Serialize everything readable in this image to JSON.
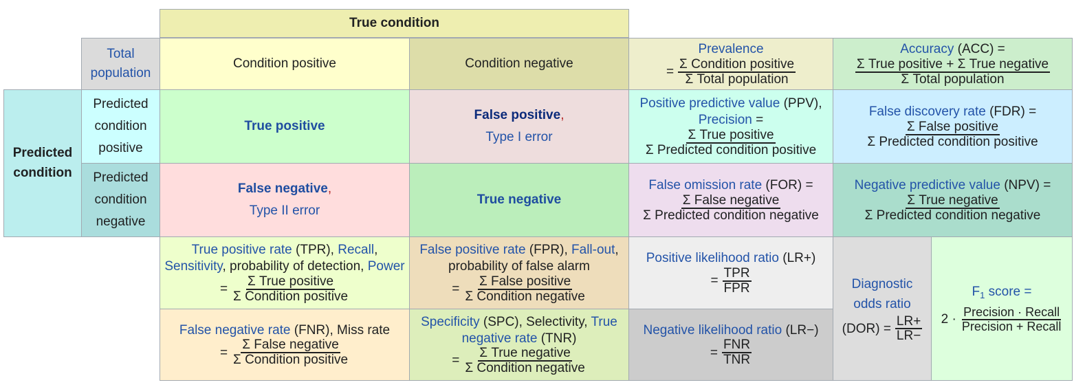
{
  "true_condition": "True condition",
  "total_population": "Total population",
  "condition_positive": "Condition positive",
  "condition_negative": "Condition negative",
  "predicted_condition": "Predicted condition",
  "predicted_condition_positive": "Predicted condition positive",
  "predicted_condition_negative": "Predicted condition negative",
  "prevalence": {
    "label": "Prevalence",
    "eq": "=",
    "num": "Σ Condition positive",
    "den": "Σ Total population"
  },
  "accuracy": {
    "label": "Accuracy",
    "abbr": " (ACC) =",
    "num": "Σ True positive + Σ True negative",
    "den": "Σ Total population"
  },
  "true_positive": "True positive",
  "false_positive": {
    "label": "False positive",
    "comma": ",",
    "type": "Type I error"
  },
  "false_negative": {
    "label": "False negative",
    "comma": ",",
    "type": "Type II error"
  },
  "true_negative": "True negative",
  "ppv": {
    "label": "Positive predictive value",
    "abbr": " (PPV),",
    "label2": "Precision",
    "eq2": " =",
    "num": "Σ True positive",
    "den": "Σ Predicted condition positive"
  },
  "fdr": {
    "label": "False discovery rate",
    "abbr": " (FDR) =",
    "num": "Σ False positive",
    "den": "Σ Predicted condition positive"
  },
  "for": {
    "label": "False omission rate",
    "abbr": " (FOR) =",
    "num": "Σ False negative",
    "den": "Σ Predicted condition negative"
  },
  "npv": {
    "label": "Negative predictive value",
    "abbr": " (NPV) =",
    "num": "Σ True negative",
    "den": "Σ Predicted condition negative"
  },
  "tpr": {
    "label": "True positive rate",
    "abbr": " (TPR), ",
    "recall": "Recall",
    "comma": ",",
    "sensitivity": "Sensitivity",
    "mid": ", probability of detection, ",
    "power": "Power",
    "eq": "=",
    "num": "Σ True positive",
    "den": "Σ Condition positive"
  },
  "fpr": {
    "label": "False positive rate",
    "abbr": " (FPR), ",
    "fallout": "Fall-out",
    "comma": ",",
    "line2": "probability of false alarm",
    "eq": "=",
    "num": "Σ False positive",
    "den": "Σ Condition negative"
  },
  "fnr": {
    "label": "False negative rate",
    "abbr": " (FNR), Miss rate",
    "eq": "=",
    "num": "Σ False negative",
    "den": "Σ Condition positive"
  },
  "spc": {
    "label": "Specificity",
    "abbr": " (SPC), Selectivity, ",
    "tnr1": "True",
    "tnr2": "negative rate",
    "abbr2": " (TNR)",
    "eq": "=",
    "num": "Σ True negative",
    "den": "Σ Condition negative"
  },
  "lr_pos": {
    "label": "Positive likelihood ratio",
    "abbr": " (LR+)",
    "eq": "=",
    "num": "TPR",
    "den": "FPR"
  },
  "lr_neg": {
    "label": "Negative likelihood ratio",
    "abbr": " (LR−)",
    "eq": "=",
    "num": "FNR",
    "den": "TNR"
  },
  "dor": {
    "label1": "Diagnostic",
    "label2": "odds ratio",
    "abbr": "(DOR) =",
    "num": "LR+",
    "den": "LR−"
  },
  "f1": {
    "f": "F",
    "sub": "1",
    "label": " score =",
    "lead": "2 ·",
    "num": "Precision · Recall",
    "den": "Precision + Recall"
  },
  "colors": {
    "true_condition": "#eeeeb0",
    "total_population": "#dbdbdb",
    "condition_positive": "#ffffcc",
    "condition_negative": "#dddda9",
    "prevalence": "#eeeecc",
    "accuracy": "#cceecc",
    "predicted_condition": "#bbeeee",
    "pred_pos": "#ccffff",
    "pred_neg": "#aadddd",
    "true_positive": "#ccffcc",
    "false_positive": "#eedddd",
    "false_negative": "#ffdddd",
    "true_negative": "#bbeebb",
    "ppv": "#ccffee",
    "fdr": "#cceeff",
    "for": "#eeddee",
    "npv": "#aaddcc",
    "tpr": "#eeffcc",
    "fpr": "#eeddbb",
    "fnr": "#ffeecc",
    "spc": "#ddeebb",
    "lr_pos": "#eeeeee",
    "lr_neg": "#cccccc",
    "dor": "#dddddd",
    "f1": "#ddffdd"
  }
}
